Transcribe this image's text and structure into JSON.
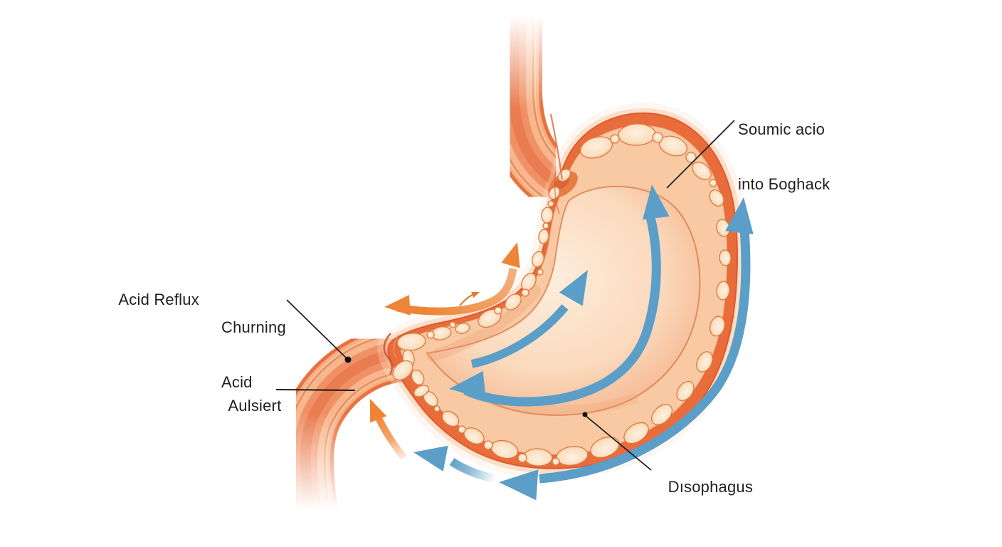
{
  "figure": {
    "kind": "medical illustration",
    "subject": "stomach cross-section showing acid reflux and churning flow arrows",
    "background": "#ffffff"
  },
  "labels": {
    "acid_reflux": "Acid Reflux",
    "churning_line1": "Churning",
    "churning_line2": "Acid",
    "aulsiert": "Aulsiert",
    "soumic_line1": "Soumic acio",
    "soumic_line2": "into Бoghack",
    "disophagus": "Dısophagus"
  },
  "colors": {
    "wall_orange": "#e96d3b",
    "wall_edge": "#e2572b",
    "muscle_band": "#f8c9a2",
    "cell_fill": "#f9d2ac",
    "cell_stroke": "#db7944",
    "interior_light": "#fdeedd",
    "arrow_blue": "#5b9ec8",
    "arrow_orange": "#ee8435",
    "leader_line": "#1b1b1b",
    "label_text": "#1f1f1f"
  },
  "arrows": {
    "outer_circulation": "blue double-headed arc sweeping outside the greater curvature",
    "inner_churn": "blue double-headed arc churning inside the stomach",
    "inner_upflow": "blue arrow curving up-right inside the stomach",
    "backflow": "blue arrow pointing toward the sphincter at the bottom",
    "reflux_sweep": "orange double-headed arc above the esophagus junction",
    "reflux_chevron": "small orange chevron",
    "reflux_up_tube": "orange arrow rising inside the lower esophagus"
  }
}
